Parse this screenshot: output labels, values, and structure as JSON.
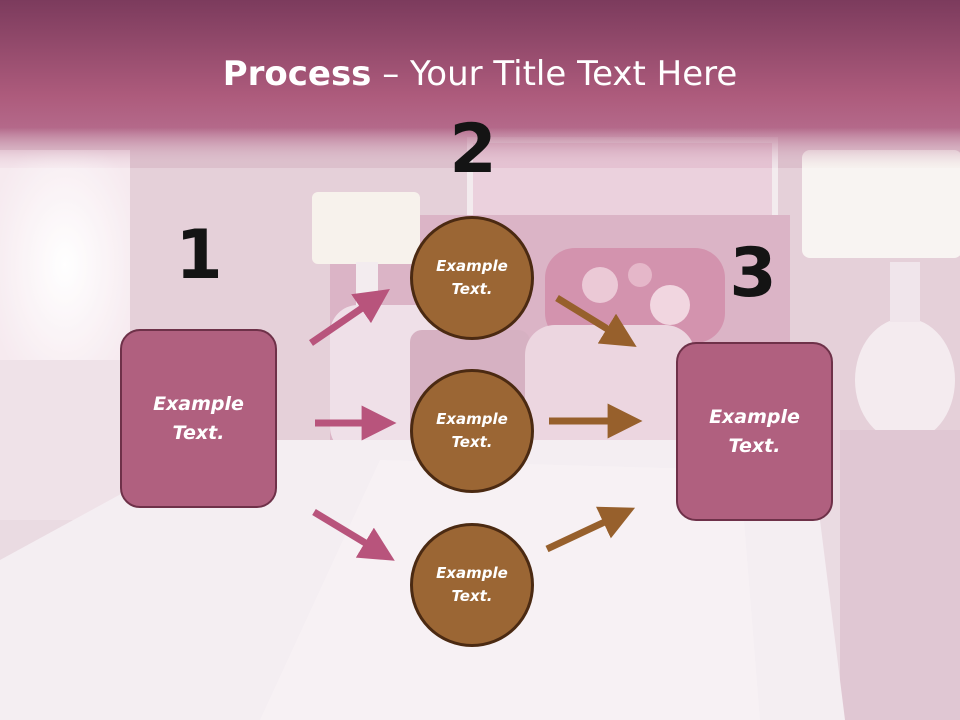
{
  "title": {
    "bold": "Process",
    "rest": " – Your Title Text Here"
  },
  "steps": {
    "one": "1",
    "two": "2",
    "three": "3"
  },
  "nodes": {
    "start": "Example Text.",
    "middle_top": "Example Text.",
    "middle_center": "Example Text.",
    "middle_bottom": "Example Text.",
    "end": "Example Text."
  },
  "colors": {
    "header": "#a8587a",
    "box": "#b0607f",
    "box_border": "#6e3149",
    "circle": "#9b6634",
    "circle_border": "#4b2a12",
    "arrow_in": "#b8547c",
    "arrow_out": "#97602c"
  }
}
